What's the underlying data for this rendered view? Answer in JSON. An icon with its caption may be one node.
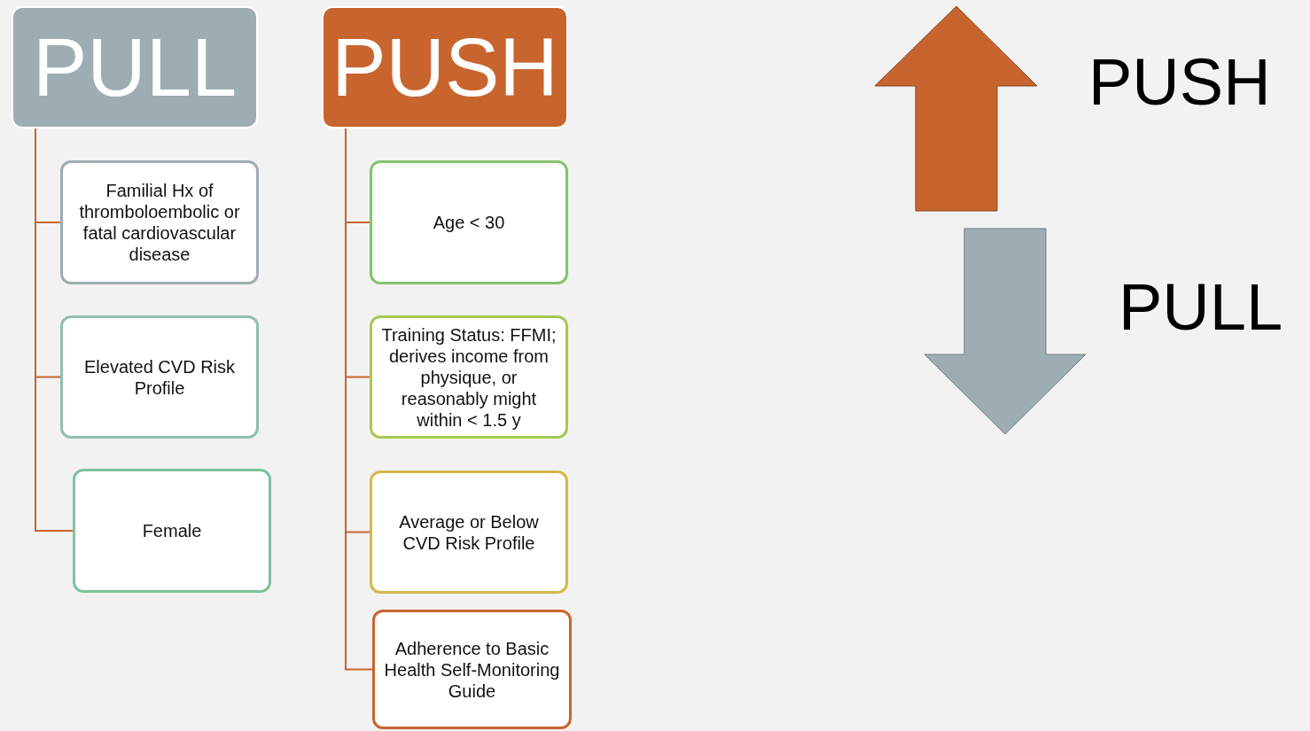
{
  "diagram": {
    "nodes": [
      {
        "text": [
          "PULL"
        ]
      },
      {
        "text": [
          "Familial Hx of thromboloembolic or fatal cardiovascular disease"
        ]
      },
      {
        "text": [
          "Elevated CVD Risk Profile"
        ]
      },
      {
        "text": [
          "Female"
        ]
      },
      {
        "text": [
          "PUSH"
        ]
      },
      {
        "text": [
          "Age < 30"
        ]
      },
      {
        "text": [
          "Training Status: FFMI; derives income from physique, or reasonably might within < 1.5 y"
        ]
      },
      {
        "text": [
          "Average or Below CVD Risk Profile"
        ]
      },
      {
        "text": [
          "Adherence to Basic Health Self-Monitoring Guide"
        ]
      }
    ],
    "edges": [
      {
        "from": 0,
        "to": 1,
        "arrow": "none"
      },
      {
        "from": 0,
        "to": 2,
        "arrow": "none"
      },
      {
        "from": 0,
        "to": 3,
        "arrow": "none"
      },
      {
        "from": 4,
        "to": 5,
        "arrow": "none"
      },
      {
        "from": 4,
        "to": 6,
        "arrow": "none"
      },
      {
        "from": 4,
        "to": 7,
        "arrow": "none"
      },
      {
        "from": 4,
        "to": 8,
        "arrow": "none"
      }
    ],
    "labels": [
      "PUSH",
      "PULL"
    ]
  }
}
